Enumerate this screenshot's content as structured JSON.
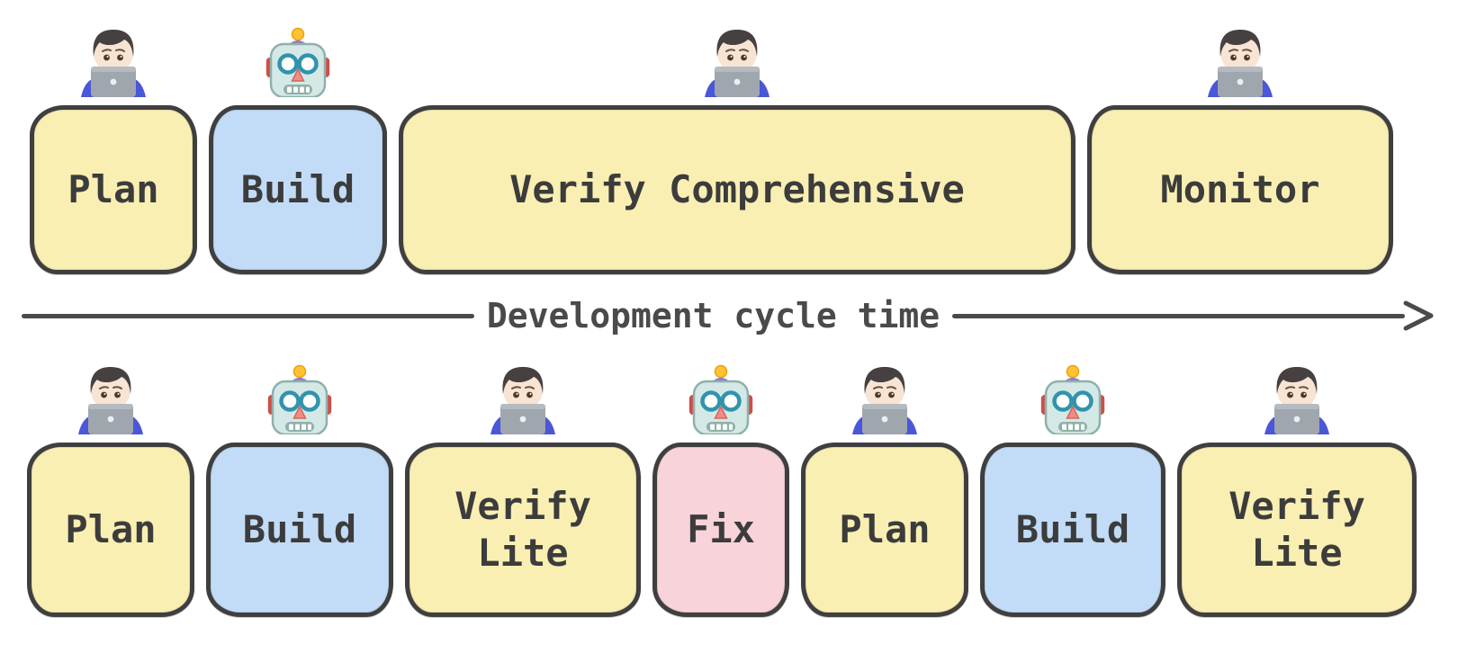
{
  "diagram": {
    "axis_label": "Development cycle time",
    "colors": {
      "human_fill": "#F9EFB3",
      "agent_fill": "#C2DCF7",
      "fix_fill": "#F8D3DA",
      "border": "#3F3F3F",
      "text": "#3C3C3C",
      "arrow": "#4A4A4A"
    },
    "icons": {
      "human": "technologist-at-laptop-emoji",
      "agent": "robot-face-emoji"
    },
    "top_row": {
      "boxes": [
        {
          "label": "Plan",
          "actor": "human"
        },
        {
          "label": "Build",
          "actor": "agent"
        },
        {
          "label": "Verify Comprehensive",
          "actor": "human"
        },
        {
          "label": "Monitor",
          "actor": "human"
        }
      ]
    },
    "bottom_row": {
      "boxes": [
        {
          "label": "Plan",
          "actor": "human"
        },
        {
          "label": "Build",
          "actor": "agent"
        },
        {
          "label": "Verify Lite",
          "actor": "human"
        },
        {
          "label": "Fix",
          "actor": "agent"
        },
        {
          "label": "Plan",
          "actor": "human"
        },
        {
          "label": "Build",
          "actor": "agent"
        },
        {
          "label": "Verify Lite",
          "actor": "human"
        }
      ]
    }
  }
}
